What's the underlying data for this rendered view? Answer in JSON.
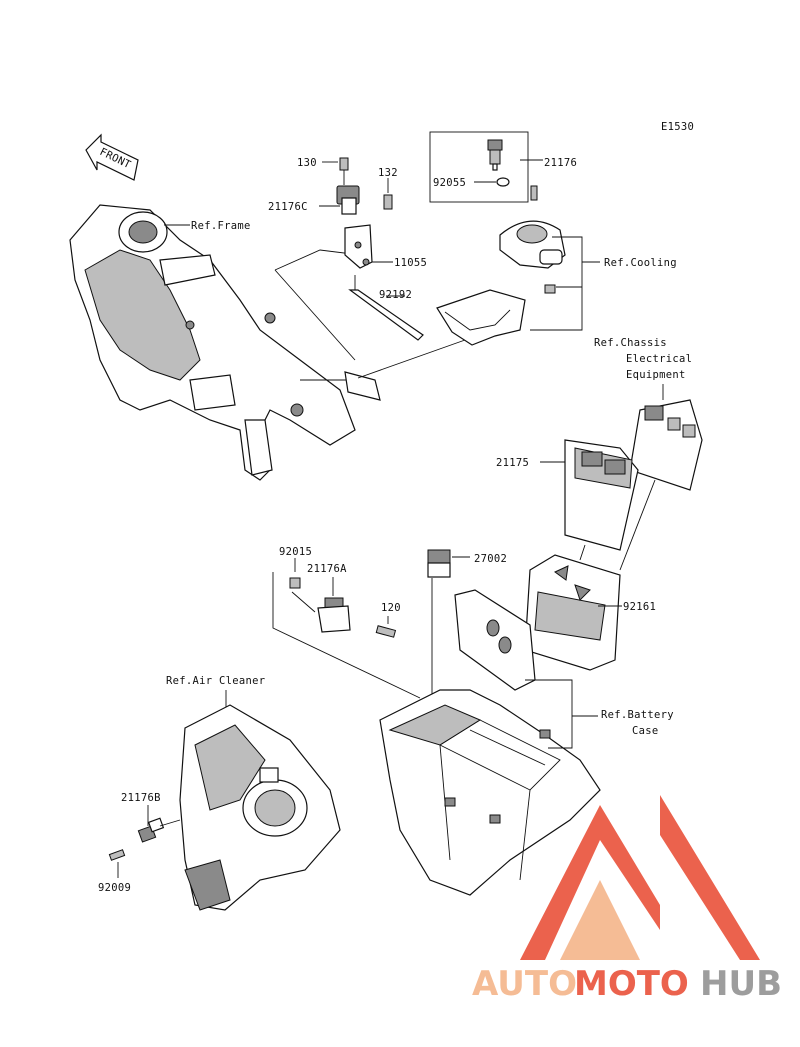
{
  "diagram_code": "E1530",
  "front_label": "FRONT",
  "parts": {
    "p130": "130",
    "p132": "132",
    "p21176C": "21176C",
    "p11055": "11055",
    "p92192": "92192",
    "p21176": "21176",
    "p92055": "92055",
    "p21175": "21175",
    "p92015": "92015",
    "p21176A": "21176A",
    "p27002": "27002",
    "p120": "120",
    "p92161": "92161",
    "p21176B": "21176B",
    "p92009": "92009"
  },
  "refs": {
    "frame": "Ref.Frame",
    "cooling": "Ref.Cooling",
    "chassis_1": "Ref.Chassis",
    "chassis_2": "Electrical",
    "chassis_3": "Equipment",
    "air_cleaner": "Ref.Air Cleaner",
    "battery_1": "Ref.Battery",
    "battery_2": "Case"
  },
  "watermark": {
    "part1": "AUTO",
    "part2": "MOTO",
    "part3": "HUB",
    "color_light": "#f4b183",
    "color_red": "#e8472f",
    "color_gray": "#8c8c8c"
  }
}
